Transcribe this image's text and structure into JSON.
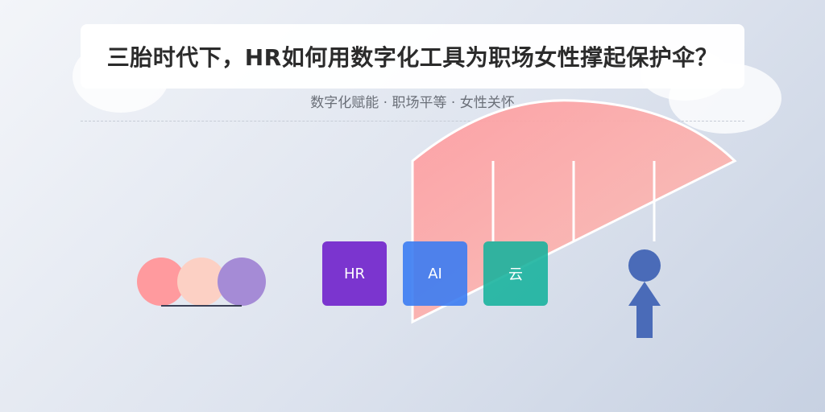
{
  "title": "三胎时代下，HR如何用数字化工具为职场女性撑起保护伞？",
  "subtitle": "数字化赋能 · 职场平等 · 女性关怀",
  "tools": [
    {
      "label": "HR",
      "color": "#7b35cf"
    },
    {
      "label": "AI",
      "color": "#3b7cf2"
    },
    {
      "label": "云",
      "color": "#1fb5a0"
    }
  ],
  "children_colors": [
    "#ff9a9e",
    "#fcd0c4",
    "#a58bd6"
  ],
  "umbrella_color": "#ffa3a6",
  "person_color": "#4a6bb8"
}
